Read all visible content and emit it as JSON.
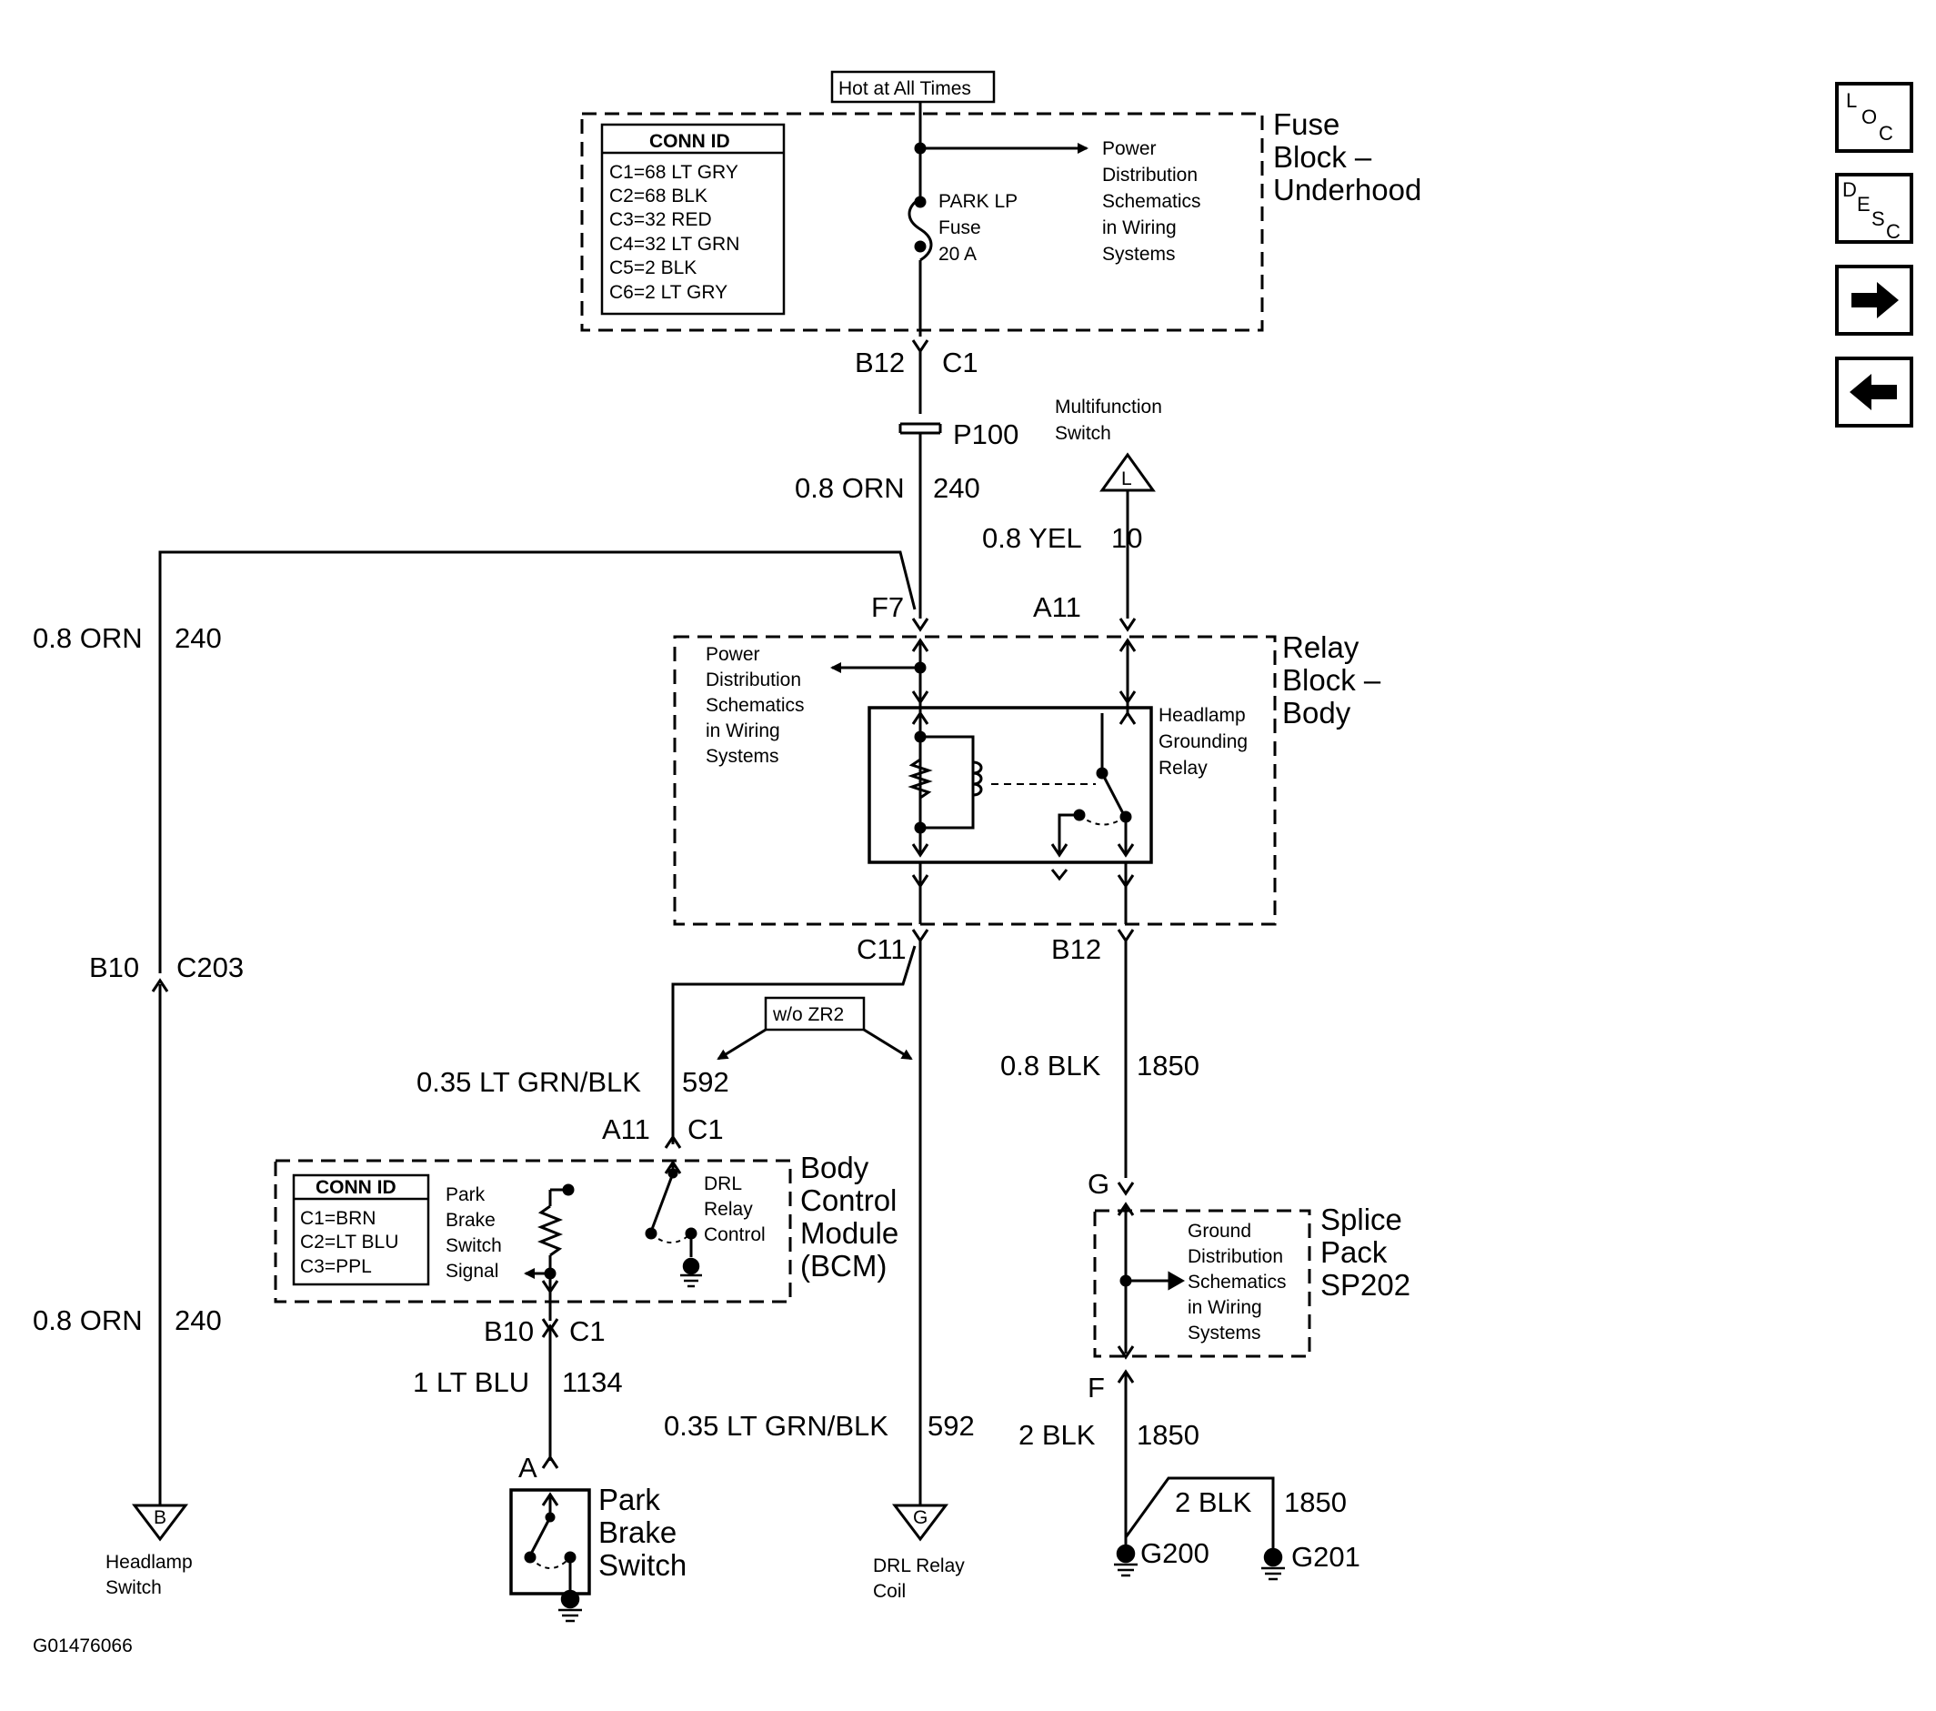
{
  "hot_label": "Hot at All Times",
  "fuse_block": {
    "title": [
      "Fuse",
      "Block –",
      "Underhood"
    ],
    "conn_id_header": "CONN ID",
    "conn_ids": [
      "C1=68 LT GRY",
      "C2=68 BLK",
      "C3=32 RED",
      "C4=32 LT GRN",
      "C5=2 BLK",
      "C6=2 LT GRY"
    ],
    "fuse_label": [
      "PARK LP",
      "Fuse",
      "20 A"
    ],
    "power_dist": [
      "Power",
      "Distribution",
      "Schematics",
      "in Wiring",
      "Systems"
    ]
  },
  "connectors": {
    "fuse_b12": "B12",
    "fuse_c1": "C1",
    "p100": "P100",
    "f7": "F7",
    "a11_top": "A11",
    "c11": "C11",
    "b12_relay": "B12",
    "b10_c203": "B10",
    "c203": "C203",
    "a11_bcm": "A11",
    "c1_bcm": "C1",
    "b10_bcm": "B10",
    "c1_bcm_bottom": "C1",
    "g_splice": "G",
    "f_splice": "F",
    "a_pbs": "A"
  },
  "wires": {
    "w240_top_color": "0.8 ORN",
    "w240_top_num": "240",
    "w240_left_color": "0.8 ORN",
    "w240_left_num": "240",
    "w240_low_color": "0.8 ORN",
    "w240_low_num": "240",
    "w10_color": "0.8 YEL",
    "w10_num": "10",
    "w592_a_color": "0.35 LT GRN/BLK",
    "w592_a_num": "592",
    "w592_b_color": "0.35 LT GRN/BLK",
    "w592_b_num": "592",
    "w1850_a_color": "0.8 BLK",
    "w1850_a_num": "1850",
    "w1850_b_color": "2 BLK",
    "w1850_b_num": "1850",
    "w1850_c_color": "2 BLK",
    "w1850_c_num": "1850",
    "w1134_color": "1 LT BLU",
    "w1134_num": "1134"
  },
  "multifunction_switch": {
    "label": [
      "Multifunction",
      "Switch"
    ],
    "letter": "L"
  },
  "relay_block": {
    "title": [
      "Relay",
      "Block –",
      "Body"
    ],
    "power_dist": [
      "Power",
      "Distribution",
      "Schematics",
      "in Wiring",
      "Systems"
    ],
    "relay_label": [
      "Headlamp",
      "Grounding",
      "Relay"
    ]
  },
  "wo_zr2": "w/o ZR2",
  "bcm": {
    "title": [
      "Body",
      "Control",
      "Module",
      "(BCM)"
    ],
    "conn_id_header": "CONN ID",
    "conn_ids": [
      "C1=BRN",
      "C2=LT BLU",
      "C3=PPL"
    ],
    "park_brake_signal": [
      "Park",
      "Brake",
      "Switch",
      "Signal"
    ],
    "drl_relay_control": [
      "DRL",
      "Relay",
      "Control"
    ]
  },
  "splice_pack": {
    "title": [
      "Splice",
      "Pack",
      "SP202"
    ],
    "ground_dist": [
      "Ground",
      "Distribution",
      "Schematics",
      "in Wiring",
      "Systems"
    ]
  },
  "park_brake_switch": [
    "Park",
    "Brake",
    "Switch"
  ],
  "headlamp_switch": {
    "label": [
      "Headlamp",
      "Switch"
    ],
    "letter": "B"
  },
  "drl_relay_coil": {
    "label": [
      "DRL Relay",
      "Coil"
    ],
    "letter": "G"
  },
  "grounds": {
    "g200": "G200",
    "g201": "G201"
  },
  "figure_id": "G01476066",
  "nav": {
    "loc": [
      "L",
      "O",
      "C"
    ],
    "desc": [
      "D",
      "E",
      "S",
      "C"
    ]
  }
}
